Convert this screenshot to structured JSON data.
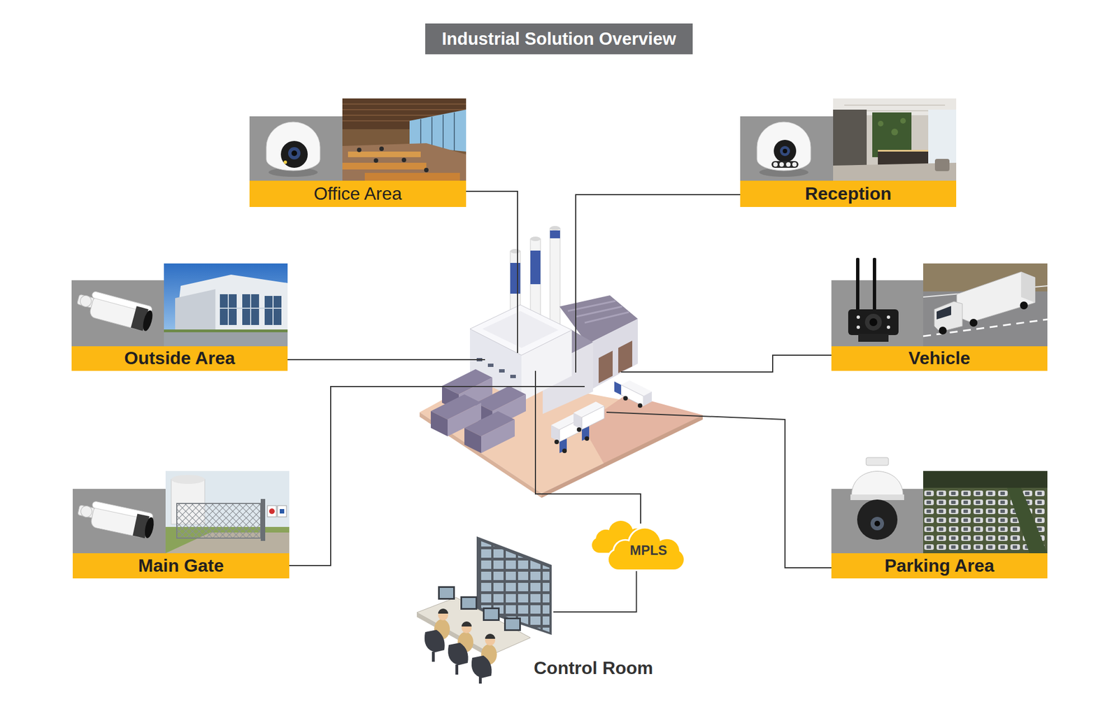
{
  "diagram": {
    "title": "Industrial Solution Overview",
    "nodes": [
      {
        "text": [
          "Office Area"
        ]
      },
      {
        "text": [
          "Reception"
        ]
      },
      {
        "text": [
          "Outside Area"
        ]
      },
      {
        "text": [
          "Vehicle"
        ]
      },
      {
        "text": [
          "Main Gate"
        ]
      },
      {
        "text": [
          "Parking Area"
        ]
      },
      {
        "text": [
          "MPLS"
        ]
      },
      {
        "text": [
          "Control Room"
        ]
      }
    ],
    "edges": [
      {
        "from": 6,
        "to": 7,
        "arrow": "none"
      }
    ]
  }
}
